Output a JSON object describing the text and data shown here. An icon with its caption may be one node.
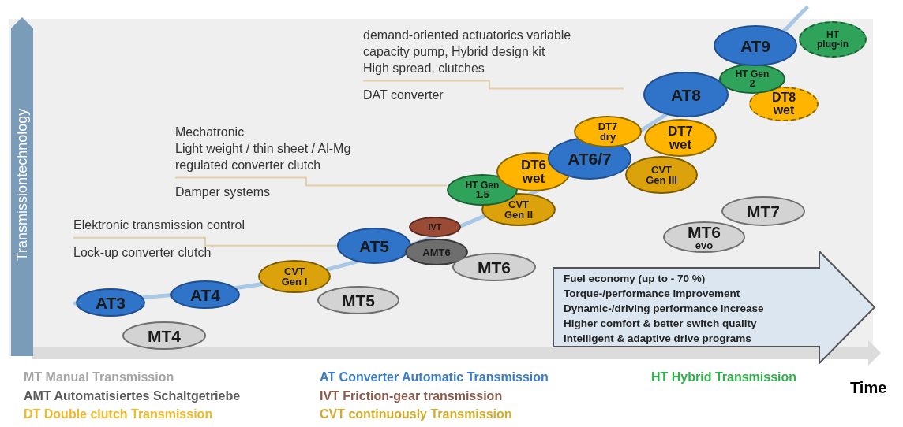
{
  "diagram": {
    "nodes": [
      {
        "text": [
          "demand-oriented actuatorics variable capacity pump, Hybrid design kit",
          "High spread, clutches",
          "DAT converter"
        ]
      },
      {
        "text": [
          "Mechatronic",
          "Light weight / thin sheet / Al-Mg",
          "regulated converter clutch",
          "Damper systems"
        ]
      },
      {
        "text": [
          "Elektronic transmission control",
          "Lock-up converter clutch"
        ]
      },
      {
        "text": [
          "Fuel economy (up to - 70 %)",
          "Torque-/performance improvement",
          "Dynamic-/driving performance increase",
          "Higher comfort & better switch quality",
          "intelligent & adaptive drive programs"
        ]
      },
      {
        "text": [
          "AT3"
        ]
      },
      {
        "text": [
          "MT4"
        ]
      },
      {
        "text": [
          "AT4"
        ]
      },
      {
        "text": [
          "CVT Gen I"
        ]
      },
      {
        "text": [
          "MT5"
        ]
      },
      {
        "text": [
          "AT5"
        ]
      },
      {
        "text": [
          "IVT"
        ]
      },
      {
        "text": [
          "AMT6"
        ]
      },
      {
        "text": [
          "MT6"
        ]
      },
      {
        "text": [
          "HT Gen 1.5"
        ]
      },
      {
        "text": [
          "CVT Gen II"
        ]
      },
      {
        "text": [
          "DT6 wet"
        ]
      },
      {
        "text": [
          "AT6/7"
        ]
      },
      {
        "text": [
          "DT7 dry"
        ]
      },
      {
        "text": [
          "DT7 wet"
        ]
      },
      {
        "text": [
          "CVT Gen III"
        ]
      },
      {
        "text": [
          "MT6",
          "evo"
        ]
      },
      {
        "text": [
          "MT7"
        ]
      },
      {
        "text": [
          "AT8"
        ]
      },
      {
        "text": [
          "HT Gen 2"
        ]
      },
      {
        "text": [
          "DT8 wet"
        ]
      },
      {
        "text": [
          "AT9"
        ]
      },
      {
        "text": [
          "HT plug-in"
        ]
      }
    ],
    "edges": [
      {
        "from": 0,
        "to": null,
        "arrow": "none"
      },
      {
        "from": 1,
        "to": 13,
        "arrow": "none"
      },
      {
        "from": 2,
        "to": 9,
        "arrow": "none"
      }
    ],
    "labels": [
      "Transmissiontechnology",
      "Time"
    ],
    "legend": [
      {
        "text": "MT Manual Transmission",
        "color": "#a6a6a6"
      },
      {
        "text": "AMT Automatisiertes Schaltgetriebe",
        "color": "#595959"
      },
      {
        "text": "DT Double clutch Transmission",
        "color": "#f0b92b"
      },
      {
        "text": "AT Converter Automatic Transmission",
        "color": "#3a7cc8"
      },
      {
        "text": "IVT Friction-gear transmission",
        "color": "#8b5a4a"
      },
      {
        "text": "CVT continuously Transmission",
        "color": "#d4aa2a"
      },
      {
        "text": "HT Hybrid Transmission",
        "color": "#2db34a"
      }
    ]
  }
}
